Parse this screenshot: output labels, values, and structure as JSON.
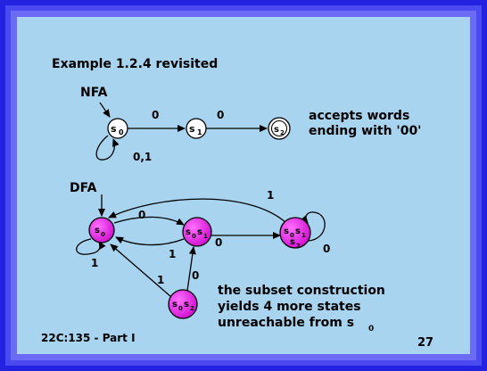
{
  "title": "Example 1.2.4 revisited",
  "nfa": {
    "label": "NFA",
    "states": {
      "s0": "s",
      "s0_sub": "0",
      "s1": "s",
      "s1_sub": "1",
      "s2": "s",
      "s2_sub": "2"
    },
    "edges": {
      "s0_s1": "0",
      "s1_s2": "0",
      "loop_s0": "0,1"
    },
    "note_line1": "accepts words",
    "note_line2": "ending with '00'"
  },
  "dfa": {
    "label": "DFA",
    "edges": {
      "top_arc": "1",
      "s0_to_s0s1": "0",
      "s0s1_to_s0": "1",
      "s0s1_to_s0s1s2": "0",
      "loop_s0s1s2": "0",
      "loop_s0": "1",
      "s0s2_to_s0": "1",
      "s0s2_to_s0s1": "0"
    },
    "note_line1": "the subset construction",
    "note_line2": "yields 4 more states",
    "note_line3": "unreachable from s",
    "note_line3_sub": "0"
  },
  "footer": {
    "course": "22C:135 - Part I",
    "page": "27"
  },
  "colors": {
    "background": "#a8d4f0",
    "dfa_state": "#e020e0",
    "frame": "#2222e0"
  }
}
